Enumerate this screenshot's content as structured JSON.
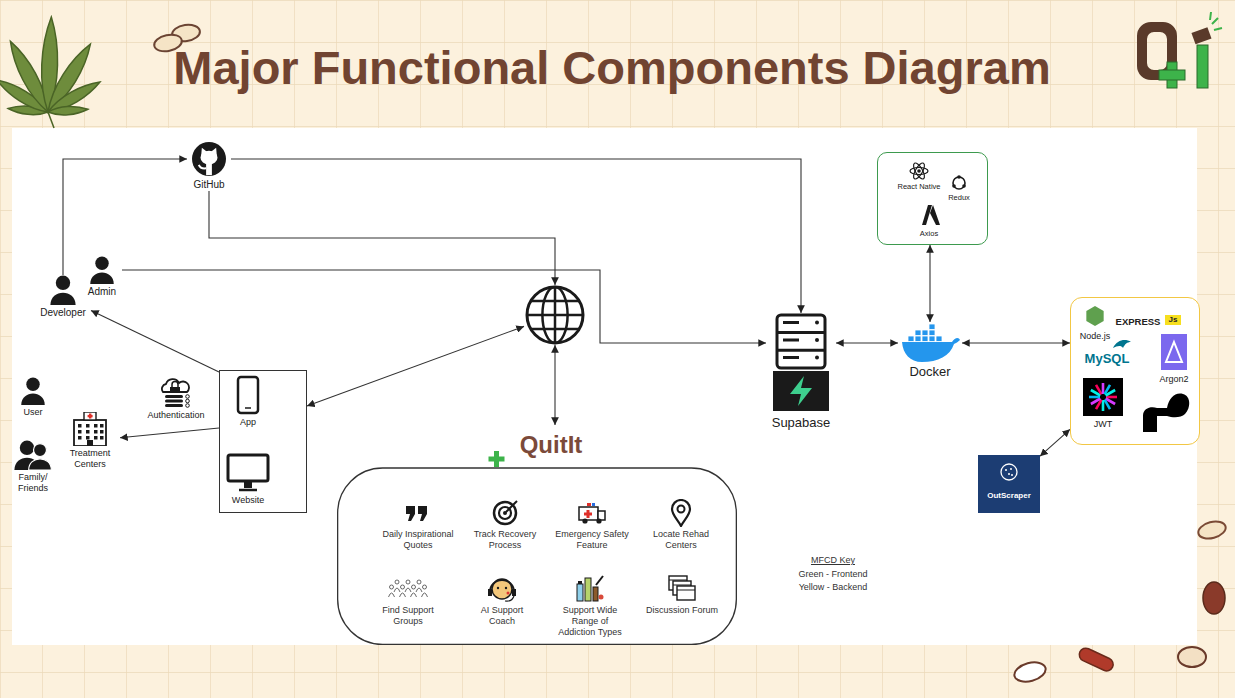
{
  "diagram": {
    "title": "Major Functional Components Diagram",
    "nodes": [
      {
        "text": [
          "GitHub"
        ]
      },
      {
        "text": [
          "Admin"
        ]
      },
      {
        "text": [
          "Developer"
        ]
      },
      {
        "text": []
      },
      {
        "text": [
          "React Native",
          "Redux",
          "Axios"
        ]
      },
      {
        "text": [
          "Supabase"
        ]
      },
      {
        "text": [
          "Docker"
        ]
      },
      {
        "text": [
          "Node.js",
          "EXPRESS",
          "Js",
          "MySQL",
          "Argon2",
          "JWT"
        ]
      },
      {
        "text": [
          "User"
        ]
      },
      {
        "text": [
          "Family/ Friends"
        ]
      },
      {
        "text": [
          "Treatment Centers"
        ]
      },
      {
        "text": [
          "Authentication"
        ]
      },
      {
        "text": [
          "App",
          "Website"
        ]
      },
      {
        "text": [
          "QuitIt"
        ]
      },
      {
        "text": [
          "Daily Inspirational Quotes"
        ],
        "in": 13
      },
      {
        "text": [
          "Track Recovery Process"
        ],
        "in": 13
      },
      {
        "text": [
          "Emergency Safety Feature"
        ],
        "in": 13
      },
      {
        "text": [
          "Locate Rehad Centers"
        ],
        "in": 13
      },
      {
        "text": [
          "Find Support Groups"
        ],
        "in": 13
      },
      {
        "text": [
          "AI Support Coach"
        ],
        "in": 13
      },
      {
        "text": [
          "Support Wide Range of Addiction Types"
        ],
        "in": 13
      },
      {
        "text": [
          "Discussion Forum"
        ],
        "in": 13
      },
      {
        "text": [
          "OutScraper"
        ]
      }
    ],
    "edges": [
      {
        "from": 2,
        "to": 0,
        "arrow": "to"
      },
      {
        "from": 0,
        "to": 5,
        "arrow": "to"
      },
      {
        "from": 0,
        "to": 3,
        "arrow": "to"
      },
      {
        "from": 1,
        "to": 5,
        "arrow": "to"
      },
      {
        "from": 3,
        "to": 12,
        "arrow": "both"
      },
      {
        "from": 3,
        "to": 13,
        "arrow": "both"
      },
      {
        "from": 5,
        "to": 6,
        "arrow": "both"
      },
      {
        "from": 6,
        "to": 4,
        "arrow": "both"
      },
      {
        "from": 6,
        "to": 7,
        "arrow": "both"
      },
      {
        "from": 7,
        "to": 22,
        "arrow": "both"
      },
      {
        "from": 12,
        "to": 2,
        "arrow": "to"
      },
      {
        "from": 12,
        "to": 10,
        "arrow": "to"
      }
    ],
    "labels": [
      "MFCD Key"
    ],
    "legend": [
      {
        "text": "Green - Frontend"
      },
      {
        "text": "Yellow - Backend"
      }
    ]
  }
}
